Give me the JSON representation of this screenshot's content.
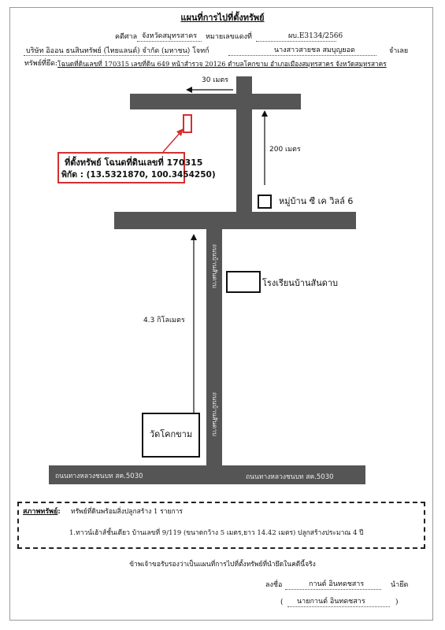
{
  "header": {
    "title": "แผนที่การไปที่ตั้งทรัพย์",
    "court_label": "คดีศาล",
    "court_value": "จังหวัดสมุทรสาคร",
    "case_label": "หมายเลขแดงที่",
    "case_value": "ผบ.E3134/2566",
    "plaintiff": "บริษัท อิออน ธนสินทรัพย์ (ไทยแลนด์) จำกัด (มหาชน) โจทก์",
    "defendant": "นางสาวสายชล สมบุญยอด",
    "defendant_suffix": "จำเลย",
    "property_label": "ทรัพย์ที่ยึด:",
    "property_detail": "โฉนดที่ดินเลขที่ 170315 เลขที่ดิน 649 หน้าสำรวจ 20126 ตำบลโคกขาม อำเภอเมืองสมุทรสาคร จังหวัดสมุทรสาคร"
  },
  "map": {
    "distance_top": "30 เมตร",
    "distance_right": "200 เมตร",
    "distance_left": "4.3 กิโลเมตร",
    "property_callout_line1": "ที่ตั้งทรัพย์ โฉนดที่ดินเลขที่ 170315",
    "property_callout_line2": "พิกัด : (13.5321870, 100.3454250)",
    "landmark_village": "หมู่บ้าน ซี เค วิลล์ 6",
    "landmark_school": "โรงเรียนบ้านสันดาบ",
    "landmark_temple": "วัดโคกขาม",
    "road_vertical_1": "ถนนบ้านสันดาบ",
    "road_vertical_2": "ถนนบ้านสันดาบ",
    "road_bottom_left": "ถนนทางหลวงชนบท สค.5030",
    "road_bottom_right": "ถนนทางหลวงชนบท สค.5030",
    "accent_red": "#d32f2f",
    "road_color": "#555555"
  },
  "condition": {
    "label": "สภาพทรัพย์",
    "colon": ":",
    "summary": "ทรัพย์ที่ดินพร้อมสิ่งปลูกสร้าง 1 รายการ",
    "item": "1.ทาวน์เฮ้าส์ชั้นเดียว บ้านเลขที่ 9/119 (ขนาดกว้าง 5 เมตร,ยาว 14.42 เมตร) ปลูกสร้างประมาณ 4 ปี"
  },
  "certification": {
    "statement": "ข้าพเจ้าขอรับรองว่าเป็นแผนที่การไปที่ตั้งทรัพย์ที่นำยึดในคดีนี้จริง",
    "sign_label": "ลงชื่อ",
    "signer": "กานต์ อินทดชสาร",
    "role": "นำยึด",
    "open_paren": "(",
    "printed_name": "นายกานต์ อินทดชสาร",
    "close_paren": ")"
  }
}
